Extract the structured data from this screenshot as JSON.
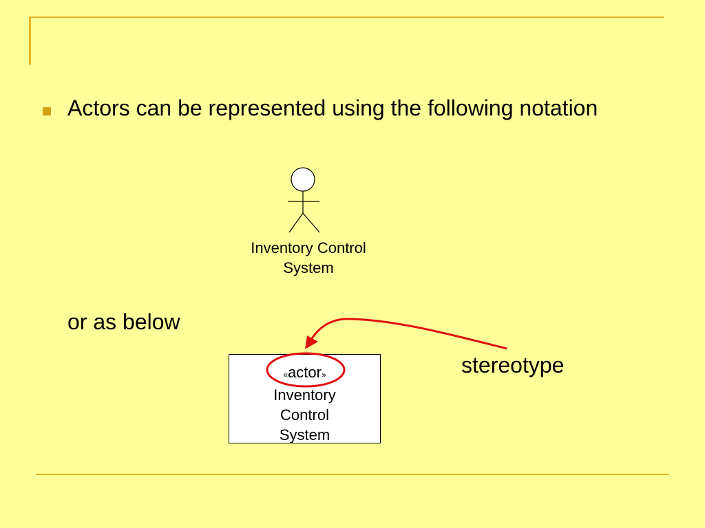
{
  "slide": {
    "bullet_text": "Actors can be represented using the following notation",
    "actor_label": "Inventory Control System",
    "or_below": "or as below",
    "stereotype_open": "«",
    "stereotype_name": "actor",
    "stereotype_close": "»",
    "class_name_line1": "Inventory",
    "class_name_line2": "Control",
    "class_name_line3": "System",
    "annotation_label": "stereotype"
  },
  "colors": {
    "background": "#FFFF99",
    "frame": "#E6B422",
    "bullet": "#D4A017",
    "annotation": "#E01010"
  }
}
